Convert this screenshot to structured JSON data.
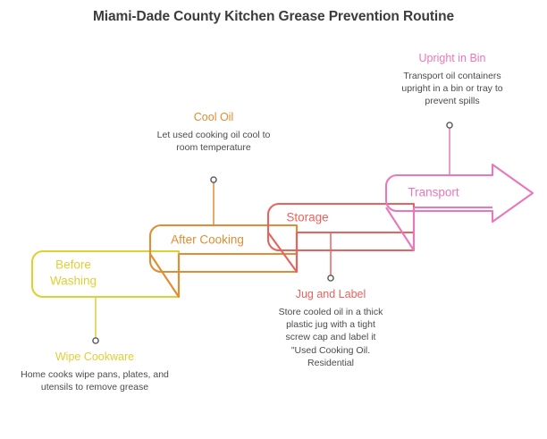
{
  "title": "Miami-Dade County Kitchen Grease Prevention Routine",
  "colors": {
    "yellow": "#e0cf35",
    "orange": "#e08d33",
    "red": "#e8635f",
    "pink": "#e878bb",
    "title": "#3c3c3c",
    "body": "#4b4b4b",
    "dot_stroke": "#555555",
    "background": "#ffffff"
  },
  "stages": [
    {
      "id": "before-washing",
      "banner_label": "Before Washing",
      "color": "#e0cf35",
      "callout_title": "Wipe Cookware",
      "callout_body": "Home cooks wipe pans, plates, and utensils to remove grease"
    },
    {
      "id": "after-cooking",
      "banner_label": "After Cooking",
      "color": "#e08d33",
      "callout_title": "Cool Oil",
      "callout_body": "Let used cooking oil cool to room temperature"
    },
    {
      "id": "storage",
      "banner_label": "Storage",
      "color": "#e8635f",
      "callout_title": "Jug and Label",
      "callout_body": "Store cooled oil in a thick plastic jug with a tight screw cap and label it \"Used Cooking Oil. Residential"
    },
    {
      "id": "transport",
      "banner_label": "Transport",
      "color": "#e878bb",
      "callout_title": "Upright in Bin",
      "callout_body": "Transport oil containers upright in a bin or tray to prevent spills"
    }
  ],
  "chart_data": {
    "type": "diagram",
    "diagram_style": "ascending-ribbon-process-flow",
    "title": "Miami-Dade County Kitchen Grease Prevention Routine",
    "direction": "left-to-right ascending staircase, final stage ends in right-pointing arrowhead",
    "steps": [
      {
        "order": 1,
        "stage": "Before Washing",
        "detail_title": "Wipe Cookware",
        "detail_text": "Home cooks wipe pans, plates, and utensils to remove grease",
        "color": "#e0cf35",
        "callout_position": "below"
      },
      {
        "order": 2,
        "stage": "After Cooking",
        "detail_title": "Cool Oil",
        "detail_text": "Let used cooking oil cool to room temperature",
        "color": "#e08d33",
        "callout_position": "above"
      },
      {
        "order": 3,
        "stage": "Storage",
        "detail_title": "Jug and Label",
        "detail_text": "Store cooled oil in a thick plastic jug with a tight screw cap and label it \"Used Cooking Oil. Residential",
        "color": "#e8635f",
        "callout_position": "below"
      },
      {
        "order": 4,
        "stage": "Transport",
        "detail_title": "Upright in Bin",
        "detail_text": "Transport oil containers upright in a bin or tray to prevent spills",
        "color": "#e878bb",
        "callout_position": "above"
      }
    ]
  }
}
